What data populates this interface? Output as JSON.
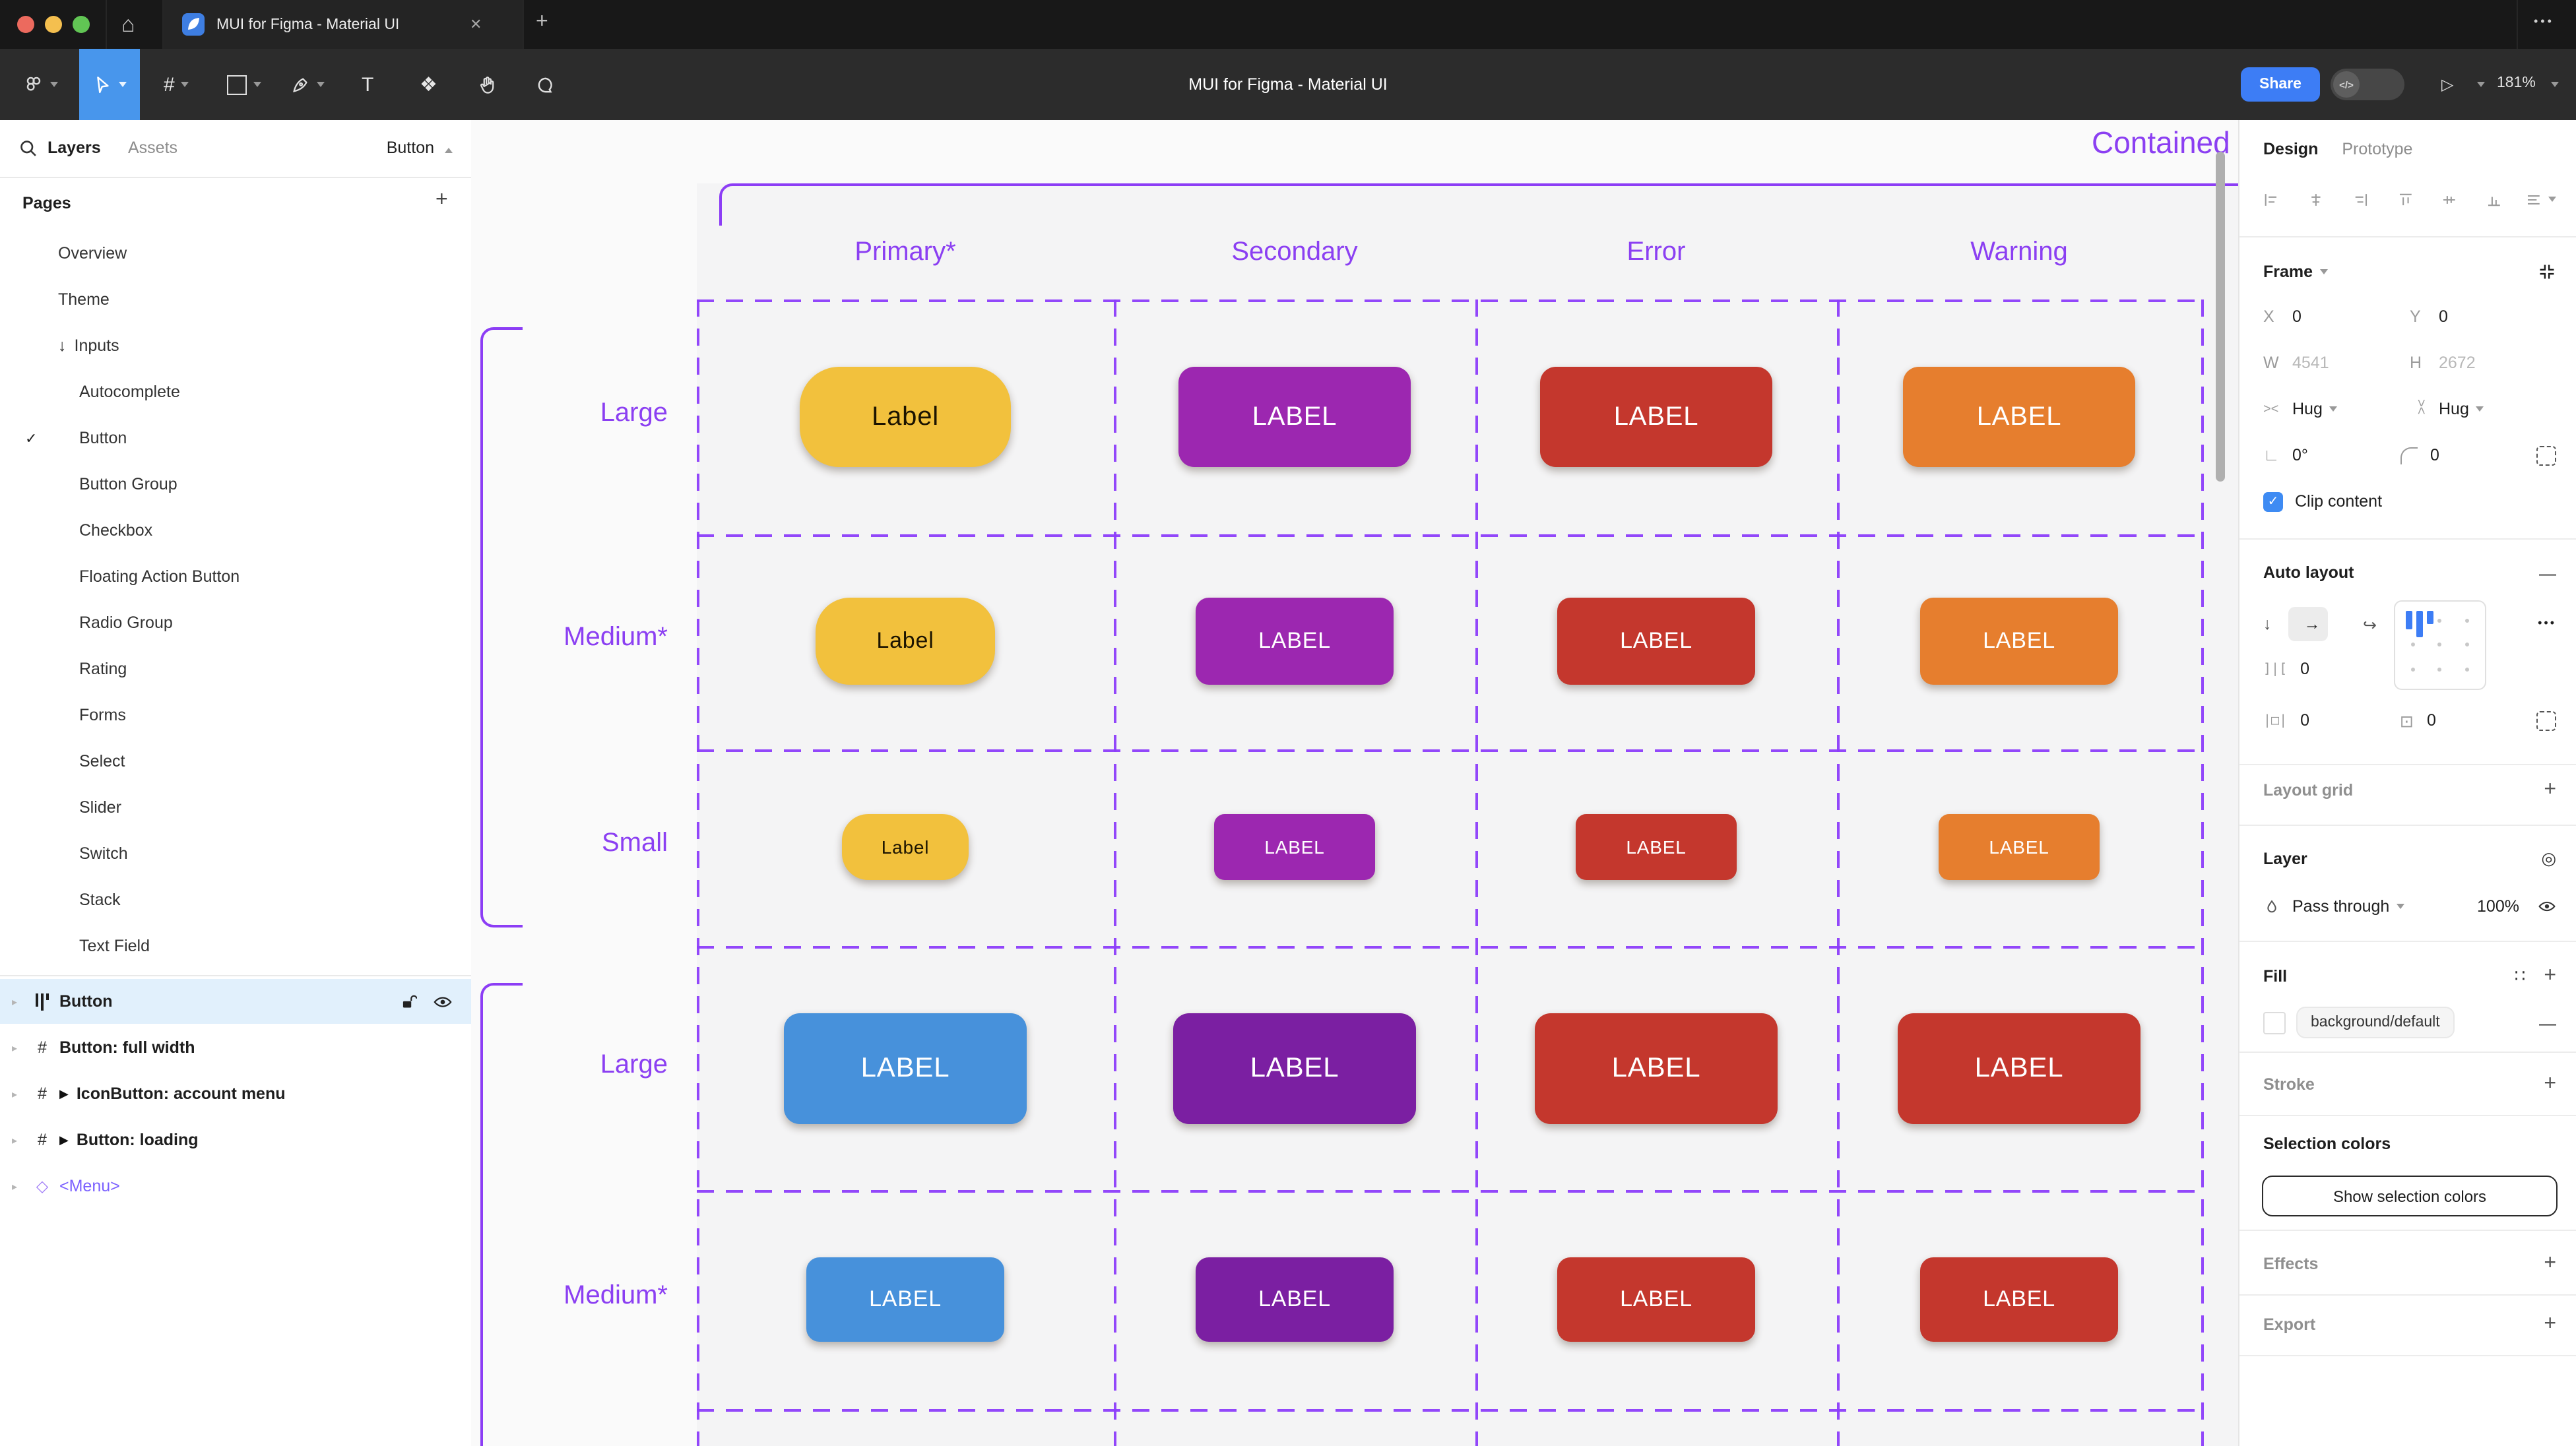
{
  "titlebar": {
    "tab_title": "MUI for Figma - Material UI",
    "close_glyph": "✕",
    "new_tab_glyph": "+",
    "more_glyph": "•••",
    "home_glyph": "⌂"
  },
  "toolbar": {
    "title": "MUI for Figma - Material UI",
    "share_label": "Share",
    "code_glyph": "</>",
    "play_glyph": "▷",
    "zoom_value": "181%",
    "text_tool_glyph": "T",
    "frame_tool_glyph": "#",
    "shapes_tool_glyph": "❖"
  },
  "sidebar": {
    "layers_tab": "Layers",
    "assets_tab": "Assets",
    "page_selector": "Button",
    "pages_header": "Pages",
    "add_glyph": "+",
    "check_glyph": "✓",
    "arrow_glyph": "↓",
    "pages": [
      {
        "label": "Overview",
        "indent": 1
      },
      {
        "label": "Theme",
        "indent": 1
      },
      {
        "label": "Inputs",
        "indent": 1,
        "arrow": true
      },
      {
        "label": "Autocomplete",
        "indent": 2
      },
      {
        "label": "Button",
        "indent": 2,
        "checked": true
      },
      {
        "label": "Button Group",
        "indent": 2
      },
      {
        "label": "Checkbox",
        "indent": 2
      },
      {
        "label": "Floating Action Button",
        "indent": 2
      },
      {
        "label": "Radio Group",
        "indent": 2
      },
      {
        "label": "Rating",
        "indent": 2
      },
      {
        "label": "Forms",
        "indent": 2
      },
      {
        "label": "Select",
        "indent": 2
      },
      {
        "label": "Slider",
        "indent": 2
      },
      {
        "label": "Switch",
        "indent": 2
      },
      {
        "label": "Stack",
        "indent": 2
      },
      {
        "label": "Text Field",
        "indent": 2
      }
    ],
    "layers": [
      {
        "label": "Button",
        "icon": "autolayout",
        "selected": true
      },
      {
        "label": "Button: full width",
        "icon": "frame"
      },
      {
        "label": "IconButton: account menu",
        "icon": "frame",
        "component": true
      },
      {
        "label": "Button: loading",
        "icon": "frame",
        "component": true
      },
      {
        "label": "<Menu>",
        "icon": "instance",
        "purple": true
      }
    ]
  },
  "canvas": {
    "section_title": "Contained",
    "columns": [
      "Primary*",
      "Secondary",
      "Error",
      "Warning"
    ],
    "row_labels": [
      "Large",
      "Medium*",
      "Small",
      "Large",
      "Medium*"
    ],
    "button_rows": [
      [
        {
          "label": "Label",
          "bg": "#F2C13D",
          "fg": "#1C1400",
          "w": 160,
          "h": 76,
          "r": 30,
          "fs": 20
        },
        {
          "label": "LABEL",
          "bg": "#9C27B0",
          "fg": "#FFFFFF",
          "w": 176,
          "h": 76,
          "r": 12,
          "fs": 20
        },
        {
          "label": "LABEL",
          "bg": "#C4372D",
          "fg": "#FFFFFF",
          "w": 176,
          "h": 76,
          "r": 12,
          "fs": 20
        },
        {
          "label": "LABEL",
          "bg": "#E67E2E",
          "fg": "#FFFFFF",
          "w": 176,
          "h": 76,
          "r": 12,
          "fs": 20
        }
      ],
      [
        {
          "label": "Label",
          "bg": "#F2C13D",
          "fg": "#1C1400",
          "w": 136,
          "h": 66,
          "r": 26,
          "fs": 17
        },
        {
          "label": "LABEL",
          "bg": "#9C27B0",
          "fg": "#FFFFFF",
          "w": 150,
          "h": 66,
          "r": 10,
          "fs": 17
        },
        {
          "label": "LABEL",
          "bg": "#C4372D",
          "fg": "#FFFFFF",
          "w": 150,
          "h": 66,
          "r": 10,
          "fs": 17
        },
        {
          "label": "LABEL",
          "bg": "#E67E2E",
          "fg": "#FFFFFF",
          "w": 150,
          "h": 66,
          "r": 10,
          "fs": 17
        }
      ],
      [
        {
          "label": "Label",
          "bg": "#F2C13D",
          "fg": "#1C1400",
          "w": 96,
          "h": 50,
          "r": 20,
          "fs": 14
        },
        {
          "label": "LABEL",
          "bg": "#9C27B0",
          "fg": "#FFFFFF",
          "w": 122,
          "h": 50,
          "r": 8,
          "fs": 14
        },
        {
          "label": "LABEL",
          "bg": "#C4372D",
          "fg": "#FFFFFF",
          "w": 122,
          "h": 50,
          "r": 8,
          "fs": 14
        },
        {
          "label": "LABEL",
          "bg": "#E67E2E",
          "fg": "#FFFFFF",
          "w": 122,
          "h": 50,
          "r": 8,
          "fs": 14
        }
      ],
      [
        {
          "label": "LABEL",
          "bg": "#4791DB",
          "fg": "#FFFFFF",
          "w": 184,
          "h": 84,
          "r": 12,
          "fs": 21
        },
        {
          "label": "LABEL",
          "bg": "#7B1FA2",
          "fg": "#FFFFFF",
          "w": 184,
          "h": 84,
          "r": 12,
          "fs": 21
        },
        {
          "label": "LABEL",
          "bg": "#C4372D",
          "fg": "#FFFFFF",
          "w": 184,
          "h": 84,
          "r": 12,
          "fs": 21
        },
        {
          "label": "LABEL",
          "bg": "#C4372D",
          "fg": "#FFFFFF",
          "w": 184,
          "h": 84,
          "r": 12,
          "fs": 21
        }
      ],
      [
        {
          "label": "LABEL",
          "bg": "#4791DB",
          "fg": "#FFFFFF",
          "w": 150,
          "h": 64,
          "r": 10,
          "fs": 17
        },
        {
          "label": "LABEL",
          "bg": "#7B1FA2",
          "fg": "#FFFFFF",
          "w": 150,
          "h": 64,
          "r": 10,
          "fs": 17
        },
        {
          "label": "LABEL",
          "bg": "#C4372D",
          "fg": "#FFFFFF",
          "w": 150,
          "h": 64,
          "r": 10,
          "fs": 17
        },
        {
          "label": "LABEL",
          "bg": "#C4372D",
          "fg": "#FFFFFF",
          "w": 150,
          "h": 64,
          "r": 10,
          "fs": 17
        }
      ]
    ]
  },
  "right_panel": {
    "design_tab": "Design",
    "prototype_tab": "Prototype",
    "frame_label": "Frame",
    "x_label": "X",
    "x_value": "0",
    "y_label": "Y",
    "y_value": "0",
    "w_label": "W",
    "w_value": "4541",
    "h_label": "H",
    "h_value": "2672",
    "hug_h_value": "Hug",
    "hug_v_value": "Hug",
    "hug_glyph": "><",
    "rotation_value": "0°",
    "radius_value": "0",
    "angle_glyph": "∟",
    "clip_label": "Clip content",
    "clip_check_glyph": "✓",
    "auto_layout_label": "Auto layout",
    "al_down_glyph": "↓",
    "al_right_glyph": "→",
    "al_wrap_glyph": "↩",
    "gap_glyph": "]|[",
    "gap_value": "0",
    "pad_h_glyph": "|□|",
    "pad_h_value": "0",
    "pad_v_glyph": "⊡",
    "pad_v_value": "0",
    "dots_glyph": "•••",
    "layout_grid_label": "Layout grid",
    "layer_label": "Layer",
    "mask_glyph": "◎",
    "blend_mode_value": "Pass through",
    "opacity_value": "100%",
    "fill_label": "Fill",
    "styles_glyph": "∷",
    "fill_token": "background/default",
    "stroke_label": "Stroke",
    "selection_colors_label": "Selection colors",
    "show_selection_colors_label": "Show selection colors",
    "effects_label": "Effects",
    "export_label": "Export",
    "plus_glyph": "+",
    "minus_glyph": "—"
  }
}
